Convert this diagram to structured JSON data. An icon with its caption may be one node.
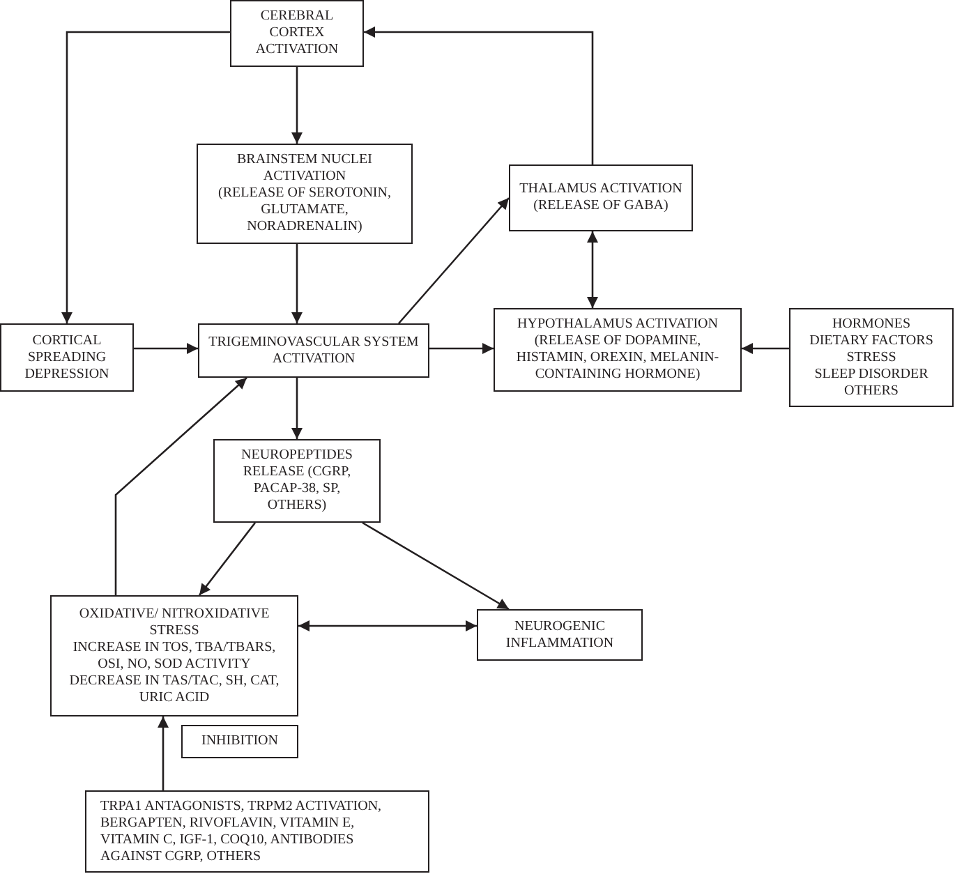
{
  "diagram": {
    "nodes": [
      {
        "text": [
          "CEREBRAL CORTEX ACTIVATION"
        ]
      },
      {
        "text": [
          "BRAINSTEM NUCLEI ACTIVATION",
          "(RELEASE OF SEROTONIN, GLUTAMATE, NORADRENALIN)"
        ]
      },
      {
        "text": [
          "THALAMUS ACTIVATION",
          "(RELEASE OF GABA)"
        ]
      },
      {
        "text": [
          "CORTICAL SPREADING DEPRESSION"
        ]
      },
      {
        "text": [
          "TRIGEMINOVASCULAR SYSTEM ACTIVATION"
        ]
      },
      {
        "text": [
          "HYPOTHALAMUS ACTIVATION",
          "(RELEASE OF DOPAMINE, HISTAMIN, OREXIN, MELANIN-CONTAINING HORMONE)"
        ]
      },
      {
        "text": [
          "HORMONES",
          "DIETARY FACTORS",
          "STRESS",
          "SLEEP DISORDER",
          "OTHERS"
        ]
      },
      {
        "text": [
          "NEUROPEPTIDES RELEASE (CGRP, PACAP-38, SP, OTHERS)"
        ]
      },
      {
        "text": [
          "OXIDATIVE/ NITROXIDATIVE STRESS",
          "INCREASE IN TOS, TBA/TBARS, OSI, NO, SOD ACTIVITY",
          "DECREASE IN TAS/TAC, SH, CAT, URIC ACID"
        ]
      },
      {
        "text": [
          "NEUROGENIC INFLAMMATION"
        ]
      },
      {
        "text": [
          "INHIBITION"
        ]
      },
      {
        "text": [
          "TRPA1 ANTAGONISTS, TRPM2 ACTIVATION, BERGAPTEN, RIVOFLAVIN, VITAMIN E, VITAMIN C, IGF-1, COQ10, ANTIBODIES AGAINST CGRP, OTHERS"
        ]
      }
    ],
    "edges": [
      {
        "from": 0,
        "to": 1,
        "arrow": "to"
      },
      {
        "from": 0,
        "to": 3,
        "arrow": "to"
      },
      {
        "from": 1,
        "to": 4,
        "arrow": "to"
      },
      {
        "from": 3,
        "to": 4,
        "arrow": "to"
      },
      {
        "from": 4,
        "to": 2,
        "arrow": "to"
      },
      {
        "from": 2,
        "to": 0,
        "arrow": "to"
      },
      {
        "from": 2,
        "to": 5,
        "arrow": "both"
      },
      {
        "from": 4,
        "to": 5,
        "arrow": "to"
      },
      {
        "from": 6,
        "to": 5,
        "arrow": "to"
      },
      {
        "from": 4,
        "to": 7,
        "arrow": "to"
      },
      {
        "from": 7,
        "to": 8,
        "arrow": "to"
      },
      {
        "from": 7,
        "to": 9,
        "arrow": "to"
      },
      {
        "from": 8,
        "to": 9,
        "arrow": "both"
      },
      {
        "from": 8,
        "to": 4,
        "arrow": "to"
      },
      {
        "from": 11,
        "to": 8,
        "arrow": "to"
      }
    ]
  }
}
